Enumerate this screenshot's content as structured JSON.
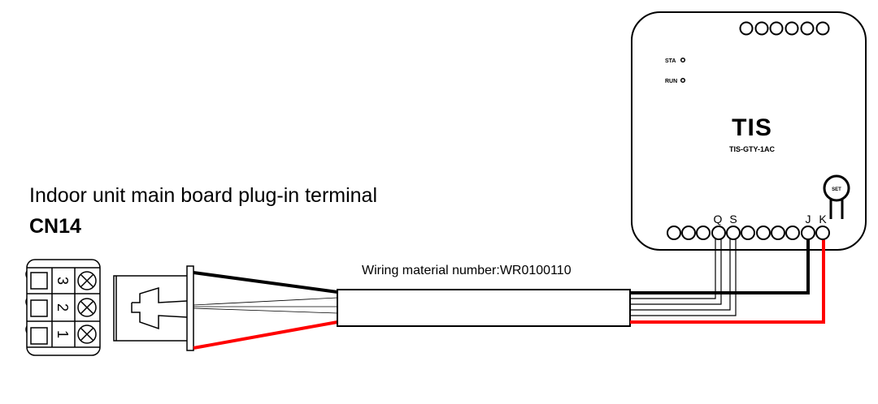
{
  "title": "Indoor unit main board plug-in terminal",
  "connector_label": "CN14",
  "cable_label": "Wiring material number:WR0100110",
  "terminal_pins": [
    "3",
    "2",
    "1"
  ],
  "device": {
    "brand": "TIS",
    "model": "TIS-GTY-1AC",
    "indicators": [
      "STA",
      "RUN"
    ],
    "button": "SET",
    "terminal_labels": {
      "q": "Q",
      "s": "S",
      "j": "J",
      "k": "K"
    }
  },
  "colors": {
    "black_wire": "#000000",
    "red_wire": "#ff0000",
    "signal_wire": "#ffffff"
  }
}
